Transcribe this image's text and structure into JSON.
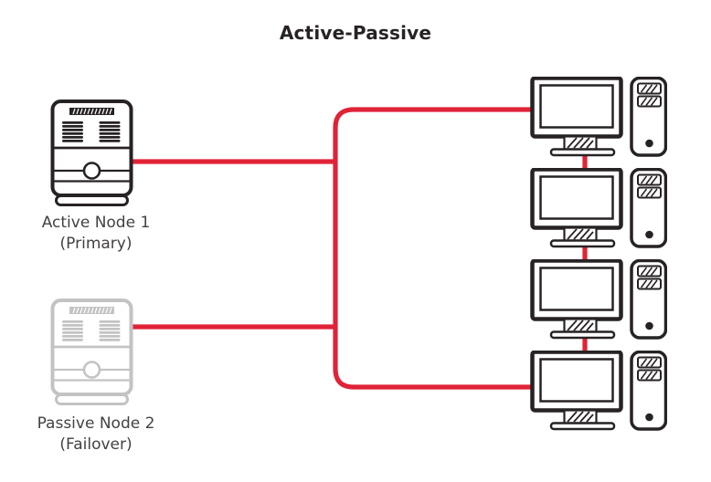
{
  "title": "Active-Passive",
  "colors": {
    "connection_red": "#e02337",
    "ink": "#272223",
    "passive_gray": "#c3c3c3",
    "text_dark": "#454142"
  },
  "nodes": [
    {
      "name": "Active Node 1",
      "role": "(Primary)",
      "state": "active",
      "icon": "server-icon"
    },
    {
      "name": "Passive Node 2",
      "role": "(Failover)",
      "state": "passive",
      "icon": "server-icon"
    }
  ],
  "clients": {
    "count": 4,
    "icon": "desktop-computer-icon"
  },
  "connections": [
    {
      "from": "Active Node 1 (Primary)",
      "to": "client-trunk",
      "color": "red"
    },
    {
      "from": "Passive Node 2 (Failover)",
      "to": "client-trunk",
      "color": "red"
    },
    {
      "from": "client-trunk",
      "to": "client-1",
      "color": "red"
    },
    {
      "from": "client-trunk",
      "to": "client-4",
      "color": "red"
    },
    {
      "from": "client-1",
      "to": "client-2",
      "color": "red"
    },
    {
      "from": "client-2",
      "to": "client-3",
      "color": "red"
    },
    {
      "from": "client-3",
      "to": "client-4",
      "color": "red"
    }
  ]
}
